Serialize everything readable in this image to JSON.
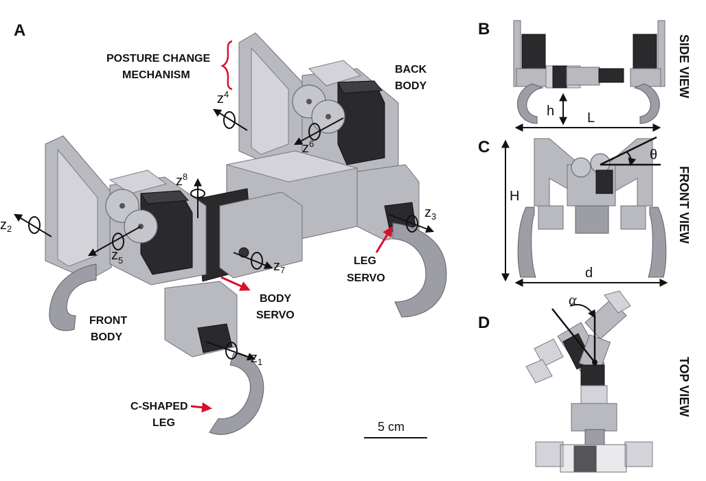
{
  "panels": {
    "a": "A",
    "b": "B",
    "c": "C",
    "d": "D"
  },
  "labels": {
    "posture_change_line1": "POSTURE CHANGE",
    "posture_change_line2": "MECHANISM",
    "back_body_line1": "BACK",
    "back_body_line2": "BODY",
    "front_body_line1": "FRONT",
    "front_body_line2": "BODY",
    "body_servo_line1": "BODY",
    "body_servo_line2": "SERVO",
    "leg_servo_line1": "LEG",
    "leg_servo_line2": "SERVO",
    "c_leg_line1": "C-SHAPED",
    "c_leg_line2": "LEG"
  },
  "axes": [
    {
      "name": "z",
      "sub": "1"
    },
    {
      "name": "z",
      "sub": "2"
    },
    {
      "name": "z",
      "sub": "3"
    },
    {
      "name": "z",
      "sub": "4"
    },
    {
      "name": "z",
      "sub": "5"
    },
    {
      "name": "z",
      "sub": "6"
    },
    {
      "name": "z",
      "sub": "7"
    },
    {
      "name": "z",
      "sub": "8"
    }
  ],
  "scale_bar": "5 cm",
  "views": {
    "side": "SIDE VIEW",
    "front": "FRONT VIEW",
    "top": "TOP VIEW"
  },
  "dimensions": {
    "h": "h",
    "L": "L",
    "H": "H",
    "d": "d",
    "theta": "θ",
    "alpha": "α"
  },
  "colors": {
    "annotation_red": "#c8102e",
    "metal": "#b9b9c0",
    "servo": "#2a2a2d"
  }
}
